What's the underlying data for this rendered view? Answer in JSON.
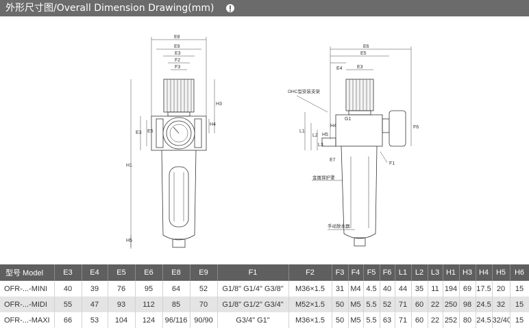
{
  "header": {
    "title": "外形尺寸图/Overall Dimension Drawing(mm)",
    "icon": "info-icon",
    "background": "#6b6b6b"
  },
  "drawing": {
    "front_labels": [
      "E8",
      "E9",
      "E3",
      "F2",
      "F3",
      "E5",
      "E3",
      "H1",
      "H3",
      "H4",
      "H5"
    ],
    "side_labels": [
      "E6",
      "E5",
      "E4",
      "E3",
      "F6",
      "L1",
      "L2",
      "L3",
      "H4",
      "H5",
      "G1",
      "E7",
      "F1"
    ],
    "callouts": {
      "bracket": "OHC型安装支架",
      "guard": "金属保护罩",
      "drain": "手动放水器",
      "f1": "F1"
    }
  },
  "table": {
    "columns": [
      "型号 Model",
      "E3",
      "E4",
      "E5",
      "E6",
      "E8",
      "E9",
      "F1",
      "F2",
      "F3",
      "F4",
      "F5",
      "F6",
      "L1",
      "L2",
      "L3",
      "H1",
      "H3",
      "H4",
      "H5",
      "H6"
    ],
    "rows": [
      [
        "OFR-...-MINI",
        "40",
        "39",
        "76",
        "95",
        "64",
        "52",
        "G1/8\"  G1/4\"  G3/8\"",
        "M36×1.5",
        "31",
        "M4",
        "4.5",
        "40",
        "44",
        "35",
        "11",
        "194",
        "69",
        "17.5",
        "20",
        "15"
      ],
      [
        "OFR-...-MIDI",
        "55",
        "47",
        "93",
        "112",
        "85",
        "70",
        "G1/8\"  G1/2\"  G3/4\"",
        "M52×1.5",
        "50",
        "M5",
        "5.5",
        "52",
        "71",
        "60",
        "22",
        "250",
        "98",
        "24.5",
        "32",
        "15"
      ],
      [
        "OFR-...-MAXI",
        "66",
        "53",
        "104",
        "124",
        "96/116",
        "90/90",
        "G3/4\"  G1\"",
        "M36×1.5",
        "50",
        "M5",
        "5.5",
        "63",
        "71",
        "60",
        "22",
        "252",
        "80",
        "24.5",
        "32/40",
        "15"
      ]
    ]
  }
}
